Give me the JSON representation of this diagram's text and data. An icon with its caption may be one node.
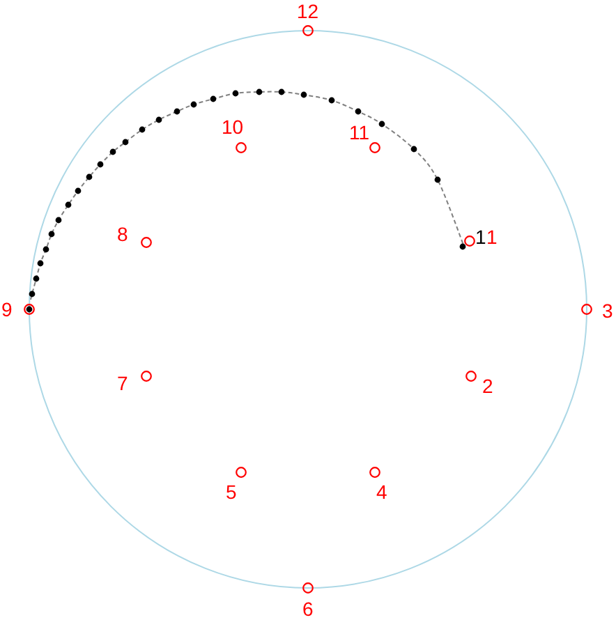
{
  "diagram": {
    "nodes": [
      {
        "text": [],
        "shape": "circle",
        "beside": [
          "12"
        ]
      },
      {
        "text": [],
        "shape": "circle",
        "beside": [
          "10"
        ]
      },
      {
        "text": [],
        "shape": "circle",
        "beside": [
          "11"
        ]
      },
      {
        "text": [],
        "shape": "circle",
        "beside": [
          "8"
        ]
      },
      {
        "text": [],
        "shape": "circle",
        "beside": [
          "1",
          "1"
        ]
      },
      {
        "text": [],
        "shape": "circle",
        "beside": [
          "9"
        ]
      },
      {
        "text": [],
        "shape": "circle",
        "beside": [
          "3"
        ]
      },
      {
        "text": [],
        "shape": "circle",
        "beside": [
          "7"
        ]
      },
      {
        "text": [],
        "shape": "circle",
        "beside": [
          "2"
        ]
      },
      {
        "text": [],
        "shape": "circle",
        "beside": [
          "5"
        ]
      },
      {
        "text": [],
        "shape": "circle",
        "beside": [
          "4"
        ]
      },
      {
        "text": [],
        "shape": "circle",
        "beside": [
          "6"
        ]
      }
    ],
    "edges": [
      {
        "from": 5,
        "to": 4,
        "arrow": "none",
        "style": "dashed"
      }
    ]
  }
}
